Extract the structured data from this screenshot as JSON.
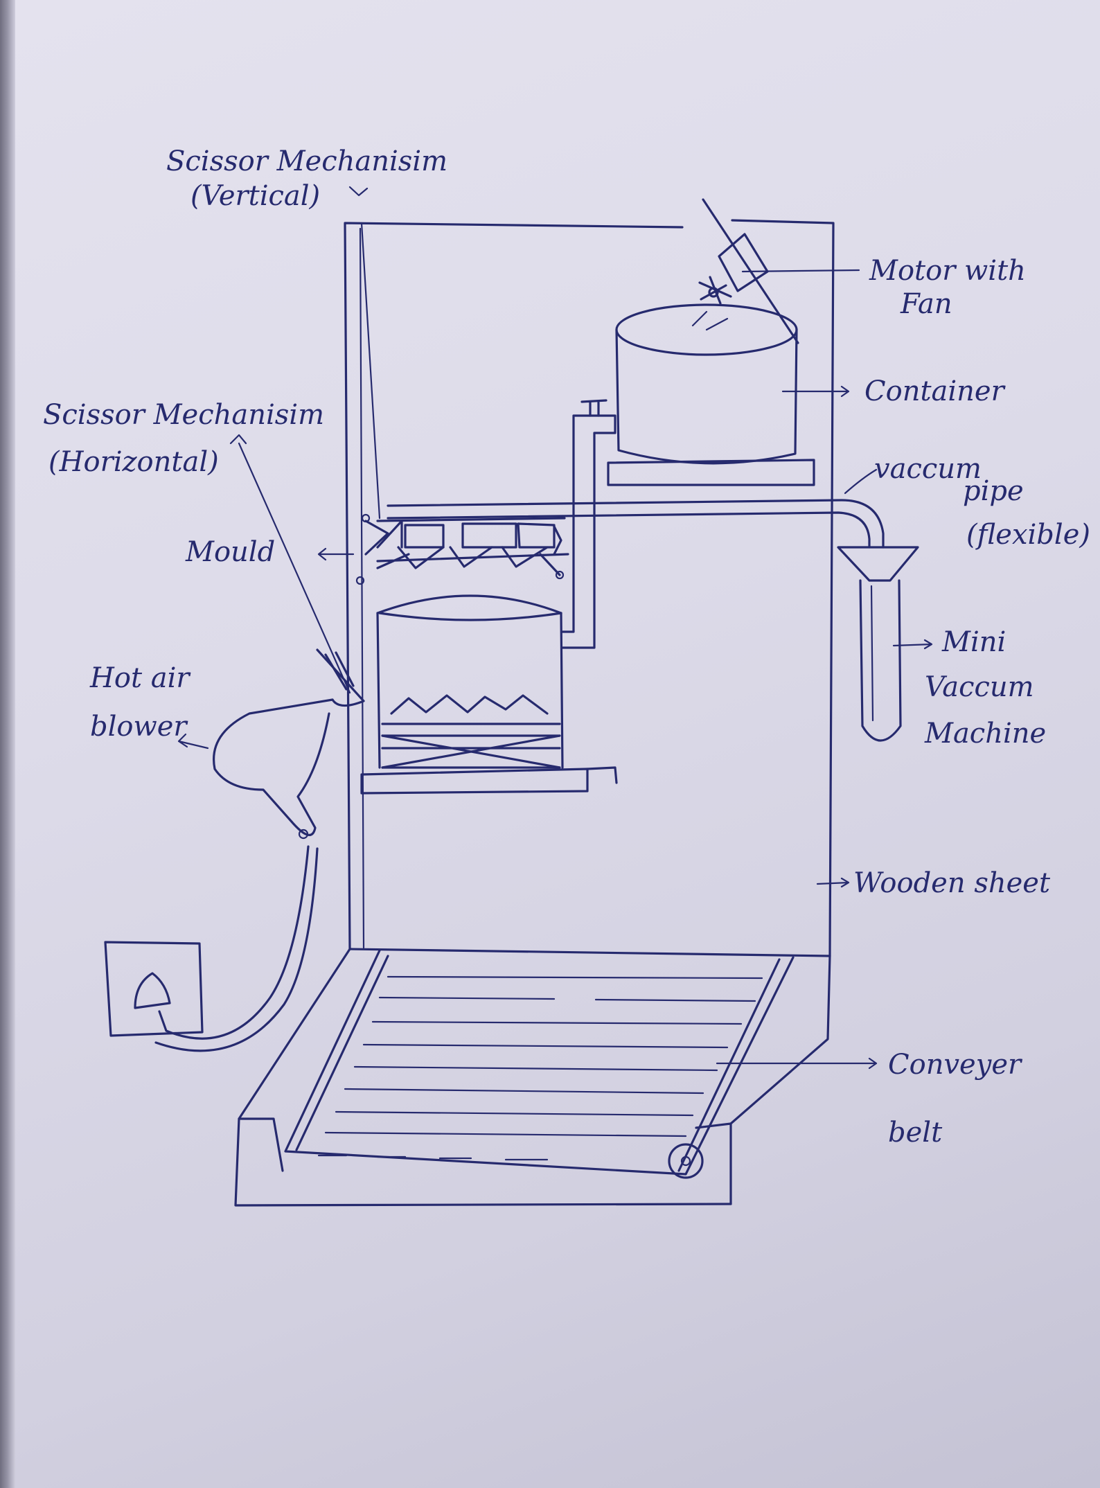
{
  "ink_color": "#262a6e",
  "paper_color": "#dddbe9",
  "labels": {
    "scissor_vertical_line1": "Scissor Mechanisim",
    "scissor_vertical_line2": "(Vertical)",
    "motor_line1": "Motor with",
    "motor_line2": "Fan",
    "container": "Container",
    "scissor_horizontal_line1": "Scissor Mechanisim",
    "scissor_horizontal_line2": "(Horizontal)",
    "vaccum_pipe_line1": "vaccum",
    "vaccum_pipe_line2": "pipe",
    "vaccum_pipe_line3": "(flexible)",
    "mould": "Mould",
    "hot_air_line1": "Hot air",
    "hot_air_line2": "blower",
    "mini_vaccum_line1": "Mini",
    "mini_vaccum_line2": "Vaccum",
    "mini_vaccum_line3": "Machine",
    "wooden_sheet": "Wooden sheet",
    "conveyer_line1": "Conveyer",
    "conveyer_line2": "belt"
  }
}
